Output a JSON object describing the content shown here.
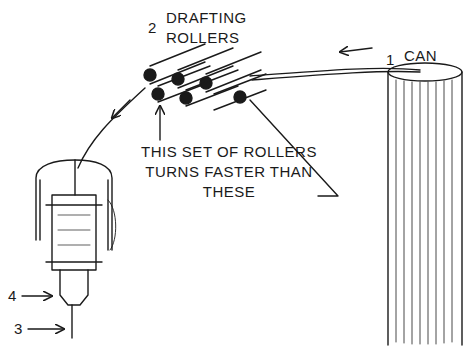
{
  "diagram": {
    "labels": [
      "2",
      "DRAFTING ROLLERS",
      "1",
      "CAN",
      "THIS SET OF ROLLERS TURNS FASTER THAN THESE",
      "4",
      "3"
    ]
  }
}
